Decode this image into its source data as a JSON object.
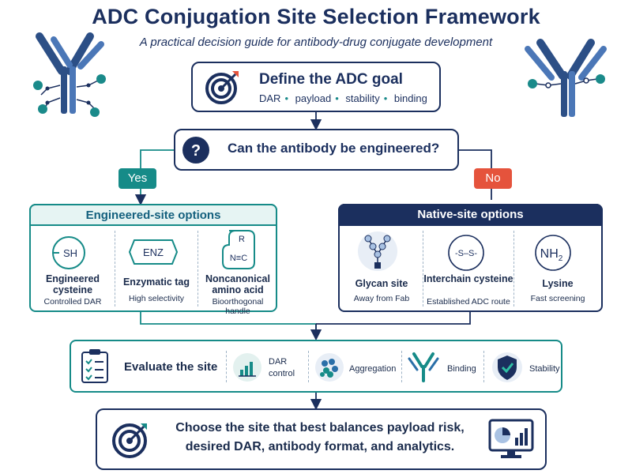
{
  "title": "ADC Conjugation Site Selection Framework",
  "subtitle": "A practical decision guide for antibody-drug conjugate development",
  "goal": {
    "title": "Define the ADC goal",
    "tags": [
      "DAR",
      "payload",
      "stability",
      "binding"
    ]
  },
  "question": {
    "text": "Can the antibody be engineered?",
    "yes": "Yes",
    "no": "No"
  },
  "engineered": {
    "heading": "Engineered-site options",
    "options": [
      {
        "icon_text": "SH",
        "name": "Engineered cysteine",
        "note": "Controlled DAR"
      },
      {
        "icon_text": "ENZ",
        "name": "Enzymatic tag",
        "note": "High selectivity"
      },
      {
        "icon_text_top": "R",
        "icon_text": "N≡C",
        "name": "Noncanonical amino acid",
        "note": "Bioorthogonal handle"
      }
    ]
  },
  "native": {
    "heading": "Native-site options",
    "options": [
      {
        "name": "Glycan site",
        "note": "Away from Fab"
      },
      {
        "icon_text": "-S–S-",
        "name": "Interchain cysteine",
        "note": "Established ADC route"
      },
      {
        "icon_text": "NH",
        "icon_sub": "2",
        "name": "Lysine",
        "note": "Fast screening"
      }
    ]
  },
  "evaluate": {
    "title": "Evaluate the site",
    "metrics": [
      {
        "label": "DAR control",
        "icon": "bar-chart-icon"
      },
      {
        "label": "Aggregation",
        "icon": "cluster-icon"
      },
      {
        "label": "Binding",
        "icon": "antibody-icon"
      },
      {
        "label": "Stability",
        "icon": "shield-check-icon"
      }
    ]
  },
  "final": {
    "text": "Choose the site that best balances payload risk, desired DAR, antibody format, and analytics."
  },
  "colors": {
    "navy": "#1b2f5e",
    "teal": "#168b88",
    "red": "#e5533c",
    "green": "#2a8c7e"
  }
}
